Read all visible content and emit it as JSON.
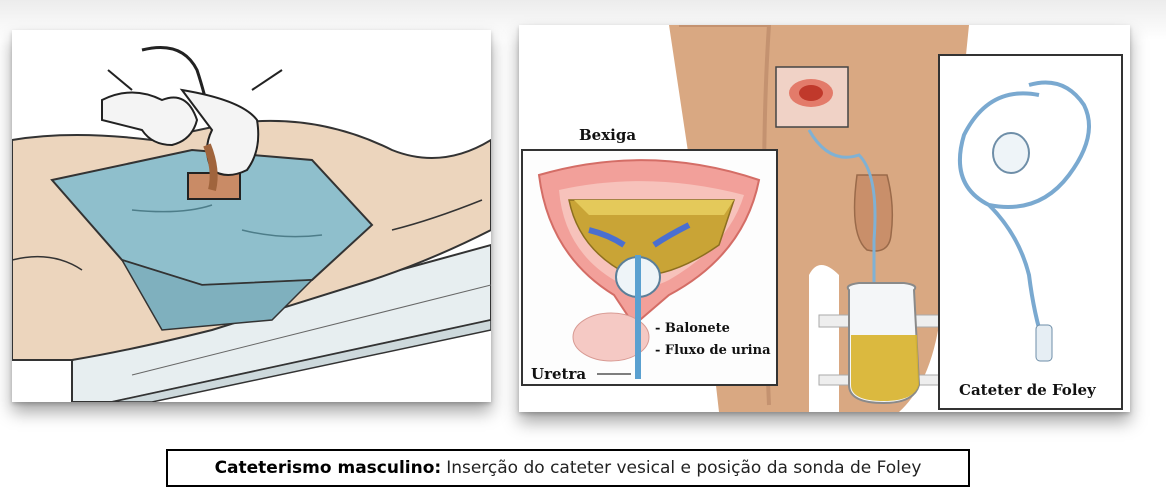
{
  "labels": {
    "bexiga": "Bexiga",
    "balonete": "- Balonete",
    "fluxo": "- Fluxo de urina",
    "uretra": "Uretra",
    "foley": "Cateter de Foley"
  },
  "caption": {
    "bold": "Cateterismo masculino:",
    "text": "Inserção do cateter vesical e posição da sonda de Foley"
  }
}
